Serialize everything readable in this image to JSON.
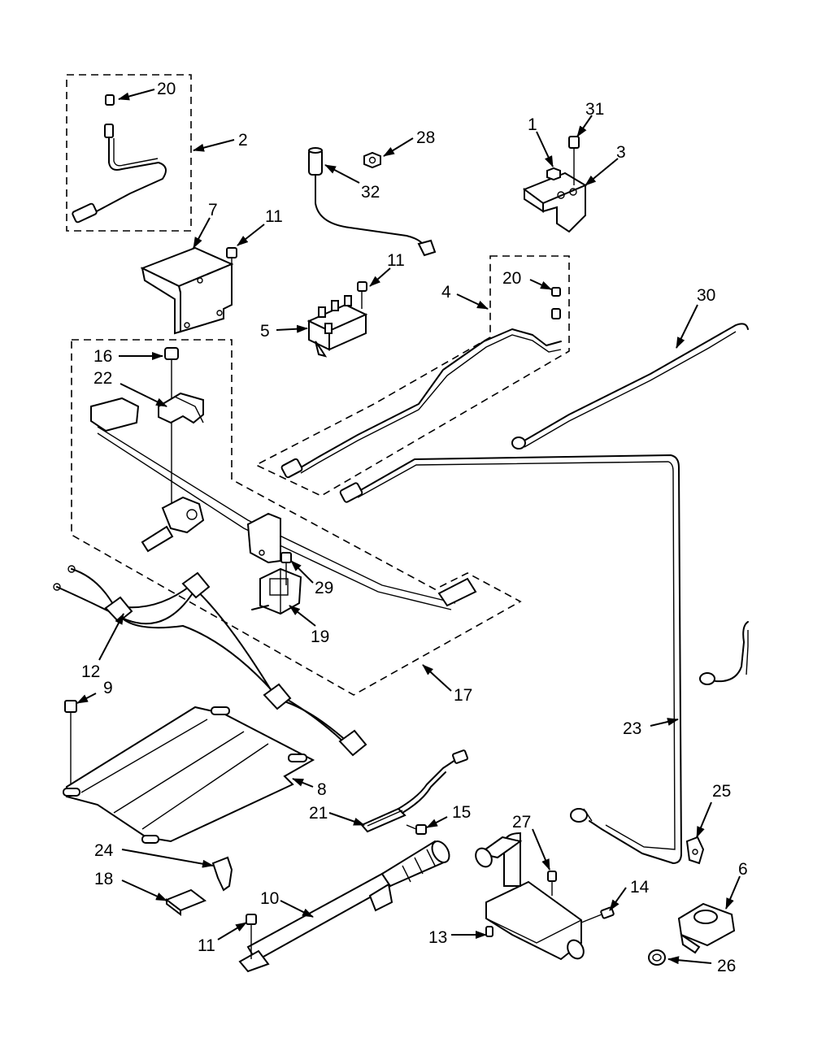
{
  "callouts": [
    {
      "id": "c-20a",
      "text": "20"
    },
    {
      "id": "c-2",
      "text": "2"
    },
    {
      "id": "c-7",
      "text": "7"
    },
    {
      "id": "c-11a",
      "text": "11"
    },
    {
      "id": "c-28",
      "text": "28"
    },
    {
      "id": "c-32",
      "text": "32"
    },
    {
      "id": "c-1",
      "text": "1"
    },
    {
      "id": "c-31",
      "text": "31"
    },
    {
      "id": "c-3",
      "text": "3"
    },
    {
      "id": "c-11b",
      "text": "11"
    },
    {
      "id": "c-5",
      "text": "5"
    },
    {
      "id": "c-4",
      "text": "4"
    },
    {
      "id": "c-20b",
      "text": "20"
    },
    {
      "id": "c-30",
      "text": "30"
    },
    {
      "id": "c-16",
      "text": "16"
    },
    {
      "id": "c-22",
      "text": "22"
    },
    {
      "id": "c-29",
      "text": "29"
    },
    {
      "id": "c-19",
      "text": "19"
    },
    {
      "id": "c-12",
      "text": "12"
    },
    {
      "id": "c-9",
      "text": "9"
    },
    {
      "id": "c-17",
      "text": "17"
    },
    {
      "id": "c-23",
      "text": "23"
    },
    {
      "id": "c-8",
      "text": "8"
    },
    {
      "id": "c-21",
      "text": "21"
    },
    {
      "id": "c-15",
      "text": "15"
    },
    {
      "id": "c-25",
      "text": "25"
    },
    {
      "id": "c-27",
      "text": "27"
    },
    {
      "id": "c-24",
      "text": "24"
    },
    {
      "id": "c-6",
      "text": "6"
    },
    {
      "id": "c-18",
      "text": "18"
    },
    {
      "id": "c-10",
      "text": "10"
    },
    {
      "id": "c-14",
      "text": "14"
    },
    {
      "id": "c-11c",
      "text": "11"
    },
    {
      "id": "c-13",
      "text": "13"
    },
    {
      "id": "c-26",
      "text": "26"
    }
  ]
}
